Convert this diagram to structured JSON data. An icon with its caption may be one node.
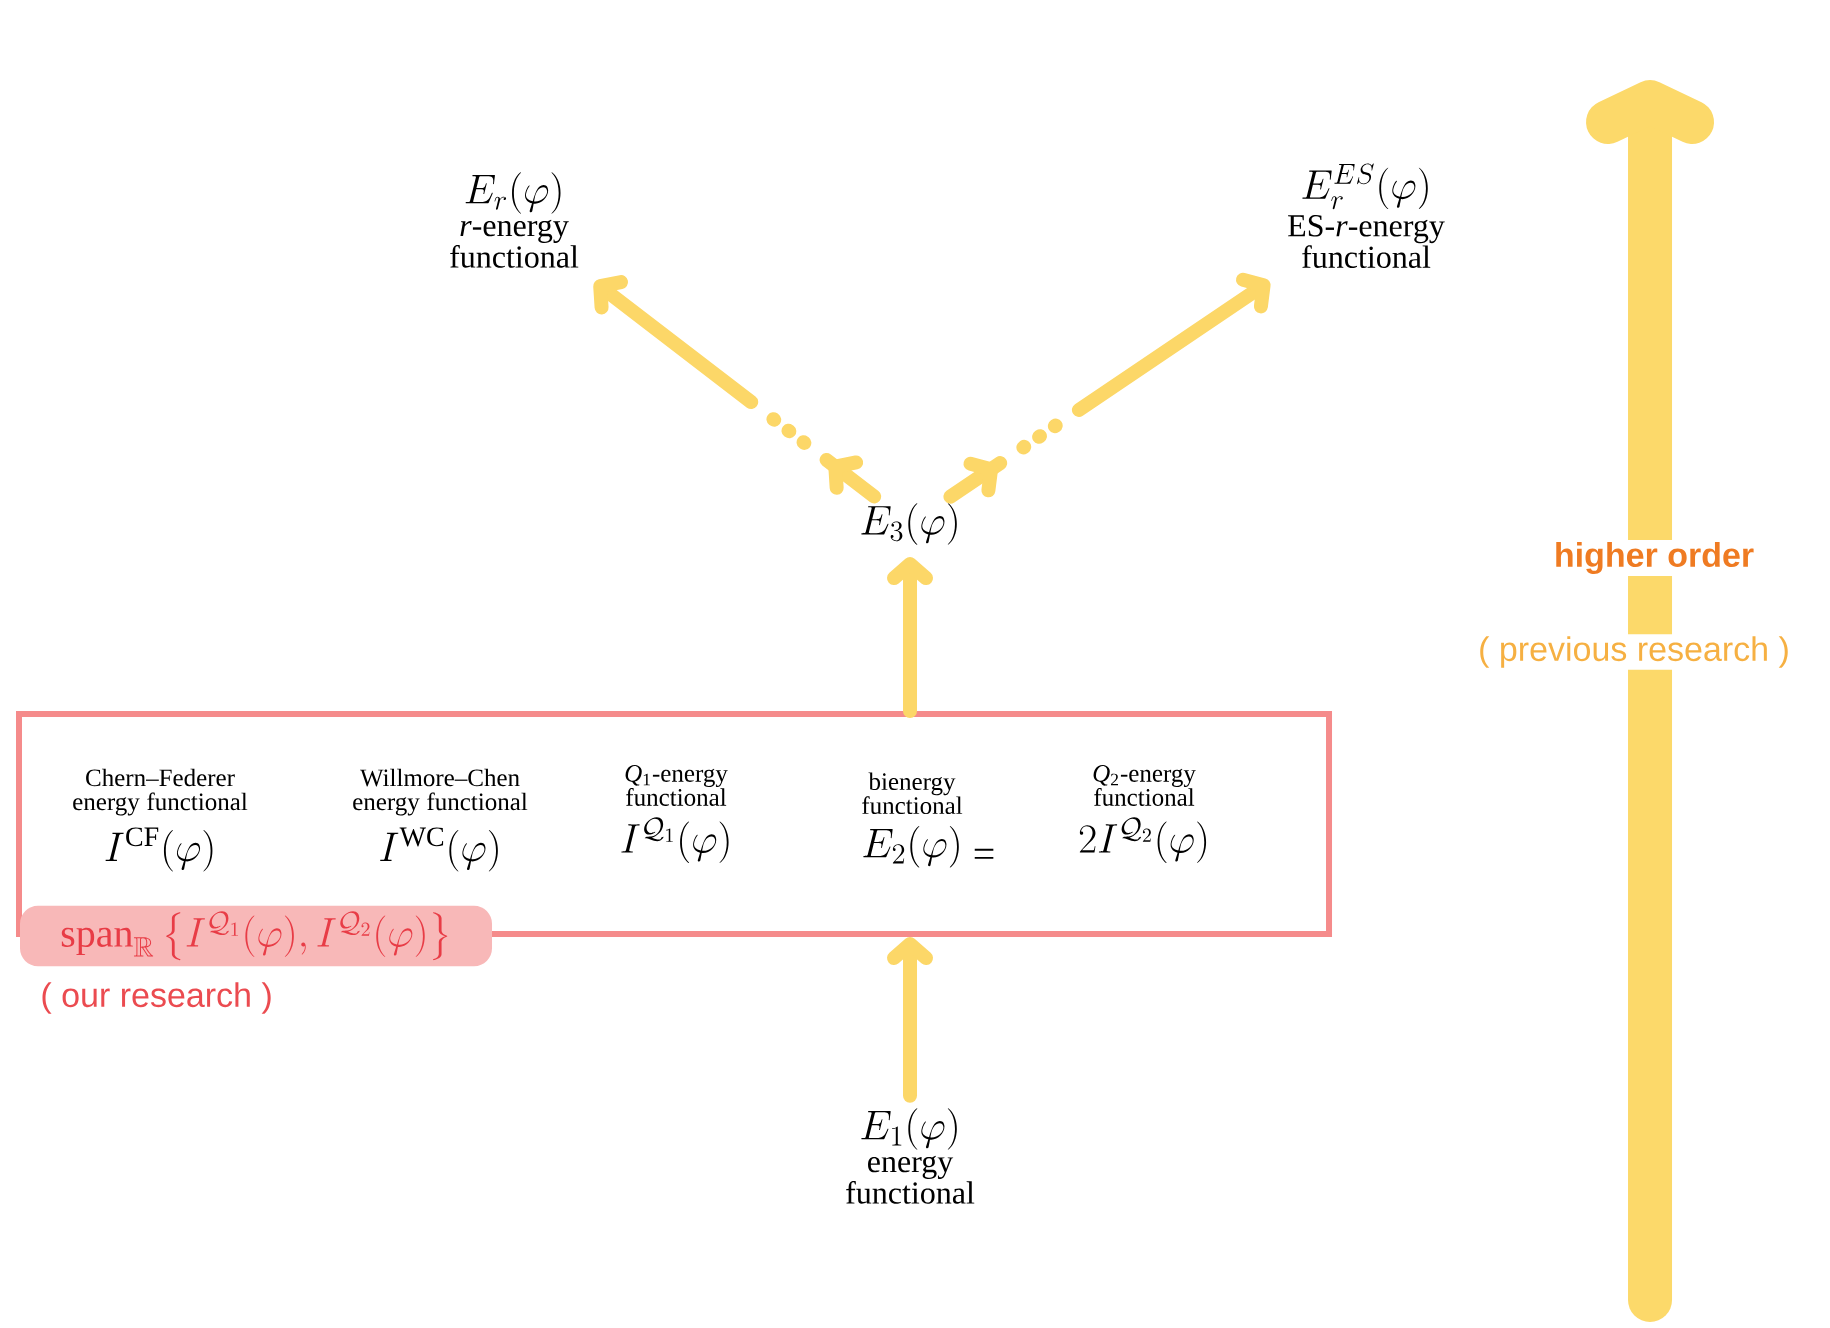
{
  "diagram": {
    "nodes": [
      {
        "text": [
          "E_r(\\varphi)",
          "*r*-energy functional"
        ]
      },
      {
        "text": [
          "E_r^{ES}(\\varphi)",
          "ES-*r*-energy functional"
        ]
      },
      {
        "text": [
          "E_3(\\varphi)"
        ]
      },
      {
        "text": [],
        "shape": "box"
      },
      {
        "text": [
          "Chern–Federer energy functional",
          "I^{\\mathrm{CF}}(\\varphi)"
        ],
        "in": 3
      },
      {
        "text": [
          "Willmore–Chen energy functional",
          "I^{\\mathrm{WC}}(\\varphi)"
        ],
        "in": 3
      },
      {
        "text": [
          "*Q*$_{1}$-energy functional",
          "I^{\\mathcal{Q}_1}(\\varphi)"
        ],
        "in": 3
      },
      {
        "text": [
          "bienergy functional",
          "E_2(\\varphi)"
        ],
        "in": 3
      },
      {
        "text": [
          "*Q*$_{2}$-energy functional",
          "2I^{\\mathcal{Q}_2}(\\varphi)"
        ],
        "in": 3
      },
      {
        "text": [
          "\\mathrm{span}_{\\mathbb{R}}\\left\\{I^{\\mathcal{Q}_1}(\\varphi),I^{\\mathcal{Q}_2}(\\varphi)\\right\\}"
        ],
        "beside": [
          "( our research )"
        ]
      },
      {
        "text": [
          "E_1(\\varphi)",
          "energy functional"
        ]
      }
    ],
    "edges": [
      {
        "from": 2,
        "to": 0,
        "arrow": "to",
        "style": "dashed"
      },
      {
        "from": 2,
        "to": 1,
        "arrow": "to",
        "style": "dashed"
      },
      {
        "from": 3,
        "to": 2,
        "arrow": "to"
      },
      {
        "from": 10,
        "to": 3,
        "arrow": "to"
      }
    ],
    "labels": [
      "=",
      "higher order",
      "( previous research )"
    ]
  }
}
